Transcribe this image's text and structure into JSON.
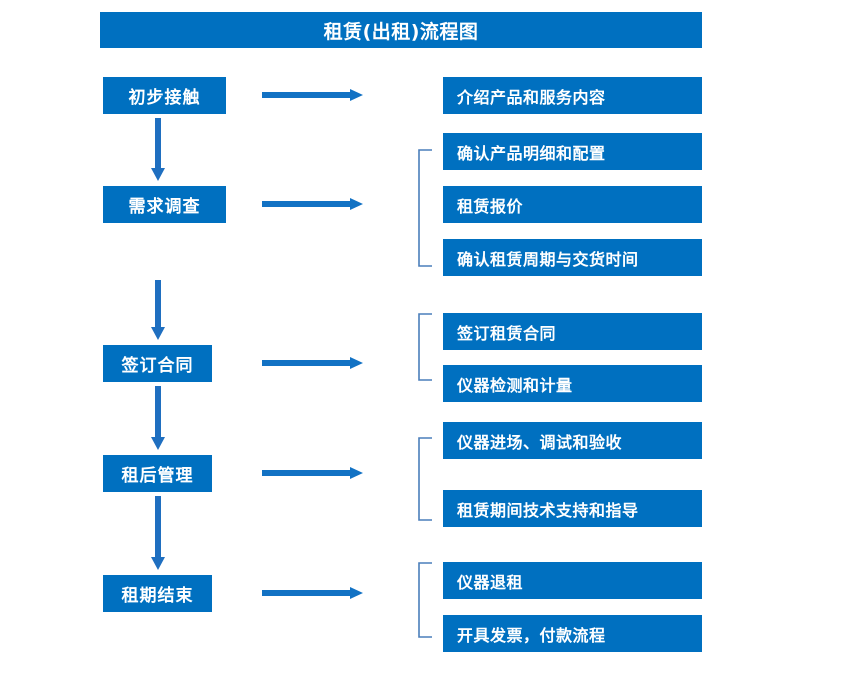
{
  "chart_data": {
    "type": "diagram",
    "title": "租赁(出租)流程图",
    "diagram_kind": "flowchart",
    "orientation": "vertical-stages-with-right-details",
    "accent_color": "#0070C0",
    "bracket_color": "#4A7EBB",
    "text_color": "#FFFFFF",
    "background": "#FFFFFF",
    "stages": [
      {
        "label": "初步接触",
        "details": [
          "介绍产品和服务内容"
        ],
        "bracketed": false
      },
      {
        "label": "需求调查",
        "details": [
          "确认产品明细和配置",
          "租赁报价",
          "确认租赁周期与交货时间"
        ],
        "bracketed": true
      },
      {
        "label": "签订合同",
        "details": [
          "签订租赁合同",
          "仪器检测和计量"
        ],
        "bracketed": true
      },
      {
        "label": "租后管理",
        "details": [
          "仪器进场、调试和验收",
          "租赁期间技术支持和指导"
        ],
        "bracketed": true
      },
      {
        "label": "租期结束",
        "details": [
          "仪器退租",
          "开具发票，付款流程"
        ],
        "bracketed": true
      }
    ]
  },
  "header": {
    "title": "租赁(出租)流程图"
  },
  "stages": [
    {
      "label": "初步接触"
    },
    {
      "label": "需求调查"
    },
    {
      "label": "签订合同"
    },
    {
      "label": "租后管理"
    },
    {
      "label": "租期结束"
    }
  ],
  "details": [
    {
      "label": "介绍产品和服务内容"
    },
    {
      "label": "确认产品明细和配置"
    },
    {
      "label": "租赁报价"
    },
    {
      "label": "确认租赁周期与交货时间"
    },
    {
      "label": "签订租赁合同"
    },
    {
      "label": "仪器检测和计量"
    },
    {
      "label": "仪器进场、调试和验收"
    },
    {
      "label": "租赁期间技术支持和指导"
    },
    {
      "label": "仪器退租"
    },
    {
      "label": "开具发票，付款流程"
    }
  ],
  "connectors": {
    "down_arrow_name": "down-arrow-icon",
    "right_arrow_name": "right-arrow-icon",
    "bracket_name": "group-bracket-icon"
  }
}
